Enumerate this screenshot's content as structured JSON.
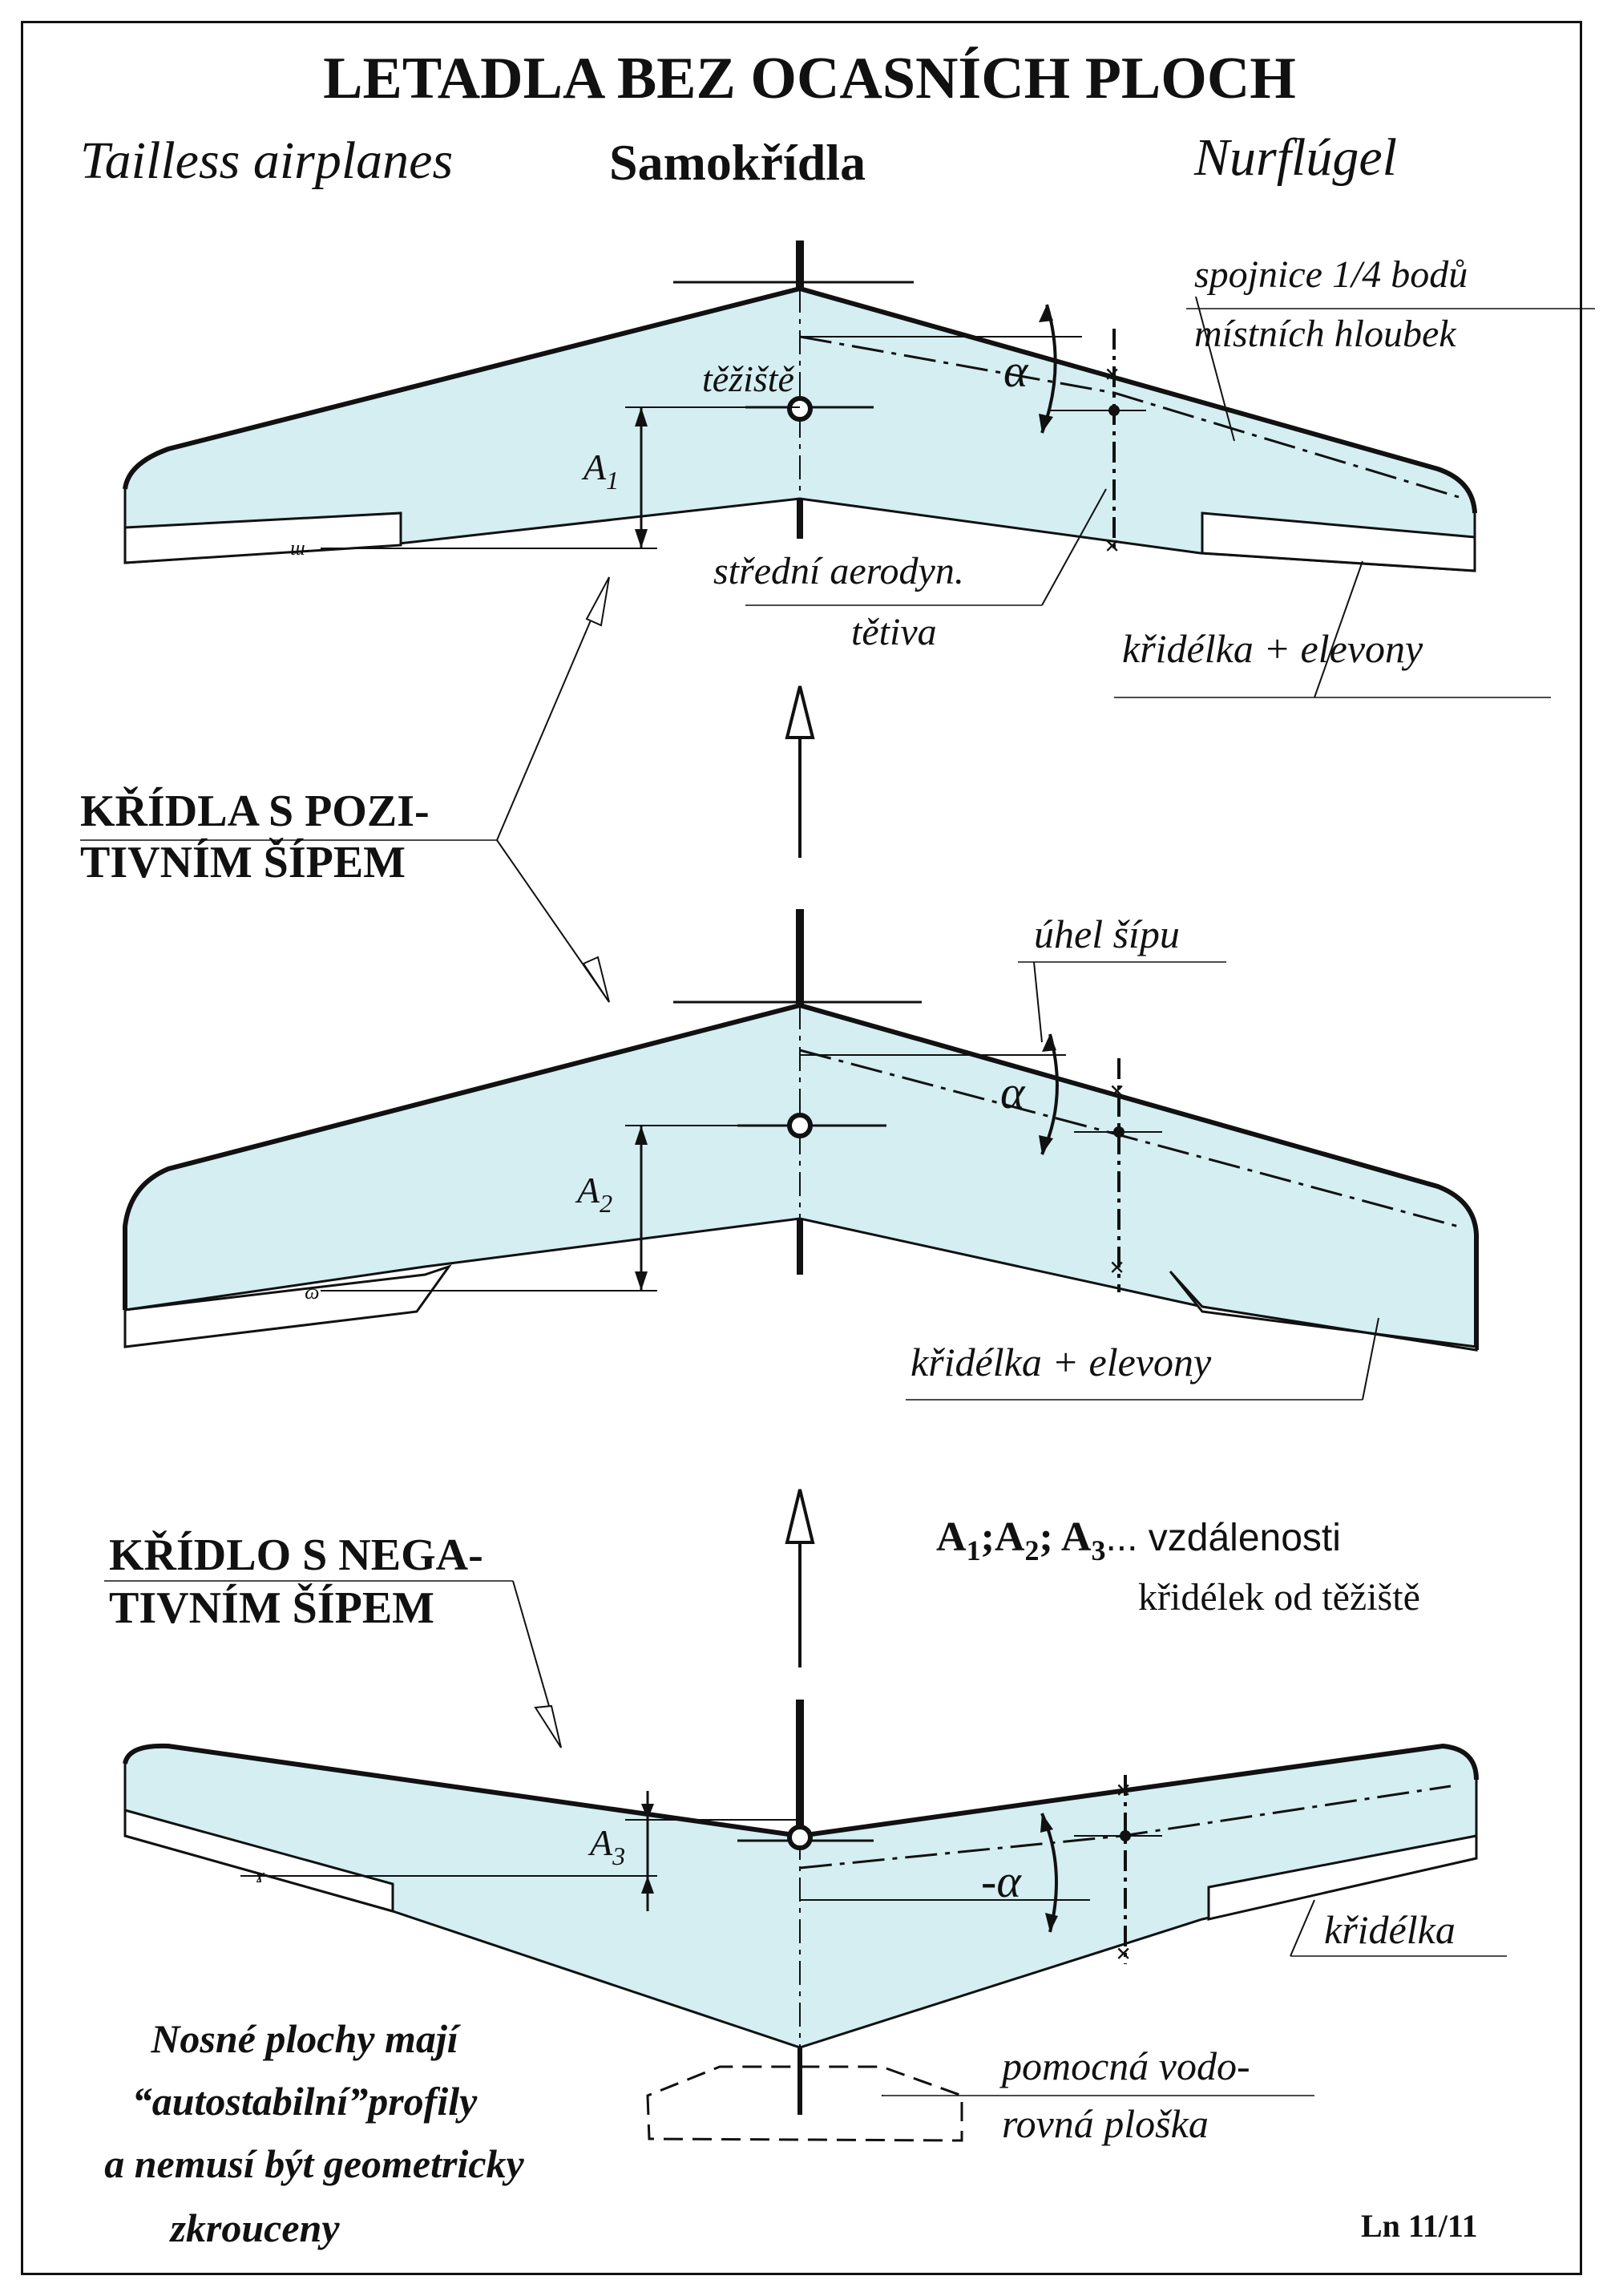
{
  "title": "LETADLA BEZ OCASNÍCH PLOCH",
  "subtitle_en": "Tailless airplanes",
  "subtitle_cz": "Samokřídla",
  "subtitle_de": "Nurflúgel",
  "labels": {
    "spojnice_1": "spojnice 1/4 bodů",
    "spojnice_2": "místních hloubek",
    "teziste": "těžiště",
    "stredni_1": "střední aerodyn.",
    "stredni_2": "tětiva",
    "kridelka_elevony_1": "křidélka + elevony",
    "kridelka_elevony_2": "křidélka + elevony",
    "uhel_sipu": "úhel šípu",
    "kridelka": "křidélka",
    "pomocna_1": "pomocná vodo-",
    "pomocna_2": "rovná ploška",
    "alpha": "α",
    "neg_alpha": "-α",
    "a1": "A",
    "a1_sub": "1",
    "a2": "A",
    "a2_sub": "2",
    "a3": "A",
    "a3_sub": "3"
  },
  "sections": {
    "positive_1": "KŘÍDLA S POZI-",
    "positive_2": "TIVNÍM ŠÍPEM",
    "negative_1": "KŘÍDLO S NEGA-",
    "negative_2": "TIVNÍM ŠÍPEM"
  },
  "legend": {
    "a1": "A",
    "sub1": "1",
    "sep1": ";A",
    "sub2": "2",
    "sep2": "; A",
    "sub3": "3",
    "rest": "... vzdálenosti",
    "line2": "křidélek od těžiště"
  },
  "note": {
    "line1": "Nosné plochy mají",
    "line2": "“autostabilní”profily",
    "line3": "a nemusí být geometricky",
    "line4": "zkrouceny"
  },
  "sheet_id": "Ln 11/11",
  "colors": {
    "wing_fill": "#d4eef2",
    "line": "#111111",
    "background": "#ffffff"
  }
}
